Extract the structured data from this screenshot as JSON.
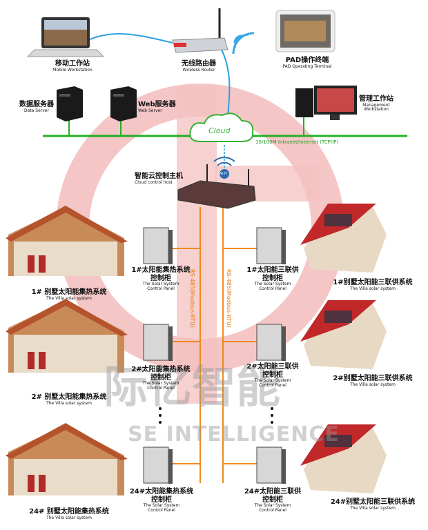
{
  "devices": {
    "mobile_workstation": {
      "cn": "移动工作站",
      "en": "Mobile Workstation"
    },
    "wireless_router": {
      "cn": "无线路由器",
      "en": "Wireless Router"
    },
    "pad_terminal": {
      "cn": "PAD操作终端",
      "en": "PAD Operating Terminal"
    },
    "data_server": {
      "cn": "数据服务器",
      "en": "Data Server"
    },
    "web_server": {
      "cn": "Web服务器",
      "en": "Web Server"
    },
    "management_workstation": {
      "cn": "管理工作站",
      "en": "Management Workstation"
    },
    "cloud_host": {
      "cn": "智能云控制主机",
      "en": "Cloud control host"
    }
  },
  "network": {
    "cloud_label": "Cloud",
    "intranet_label": "10/100M Intranet/Internet (TCP/IP)",
    "wifi_label": "Wi-Fi"
  },
  "bus": {
    "left": "RS-485(Modbus-RTU)",
    "right": "RS-485(Modbus-RTU)"
  },
  "left_systems": [
    {
      "panel_cn1": "1#太阳能集热系统",
      "panel_cn2": "控制柜",
      "panel_en1": "The Solar System",
      "panel_en2": "Control Panel",
      "villa_cn": "1# 别墅太阳能集热系统",
      "villa_en": "The Villa solar system"
    },
    {
      "panel_cn1": "2#太阳能集热系统",
      "panel_cn2": "控制柜",
      "panel_en1": "The Solar System",
      "panel_en2": "Control Panel",
      "villa_cn": "2# 别墅太阳能集热系统",
      "villa_en": "The Villa solar system"
    },
    {
      "panel_cn1": "24#太阳能集热系统",
      "panel_cn2": "控制柜",
      "panel_en1": "The Solar System",
      "panel_en2": "Control Panel",
      "villa_cn": "24# 别墅太阳能集热系统",
      "villa_en": "The Villa solar system"
    }
  ],
  "right_systems": [
    {
      "panel_cn1": "1#太阳能三联供",
      "panel_cn2": "控制柜",
      "panel_en1": "The Solar System",
      "panel_en2": "Control Panel",
      "villa_cn": "1#别墅太阳能三联供系统",
      "villa_en": "The Villa solar system"
    },
    {
      "panel_cn1": "2#太阳能三联供",
      "panel_cn2": "控制柜",
      "panel_en1": "The Solar System",
      "panel_en2": "Control Panel",
      "villa_cn": "2#别墅太阳能三联供系统",
      "villa_en": "The Villa solar system"
    },
    {
      "panel_cn1": "24#太阳能三联供",
      "panel_cn2": "控制柜",
      "panel_en1": "The Solar System",
      "panel_en2": "Control Panel",
      "villa_cn": "24#别墅太阳能三联供系统",
      "villa_en": "The Villa solar system"
    }
  ],
  "watermark": {
    "cn": "际亿智能",
    "en": "SE INTELLIGENCE"
  },
  "colors": {
    "network_green": "#22b022",
    "bus_orange": "#f08a1c",
    "link_blue": "#2aa0e0",
    "logo_red": "#e89a9a"
  }
}
